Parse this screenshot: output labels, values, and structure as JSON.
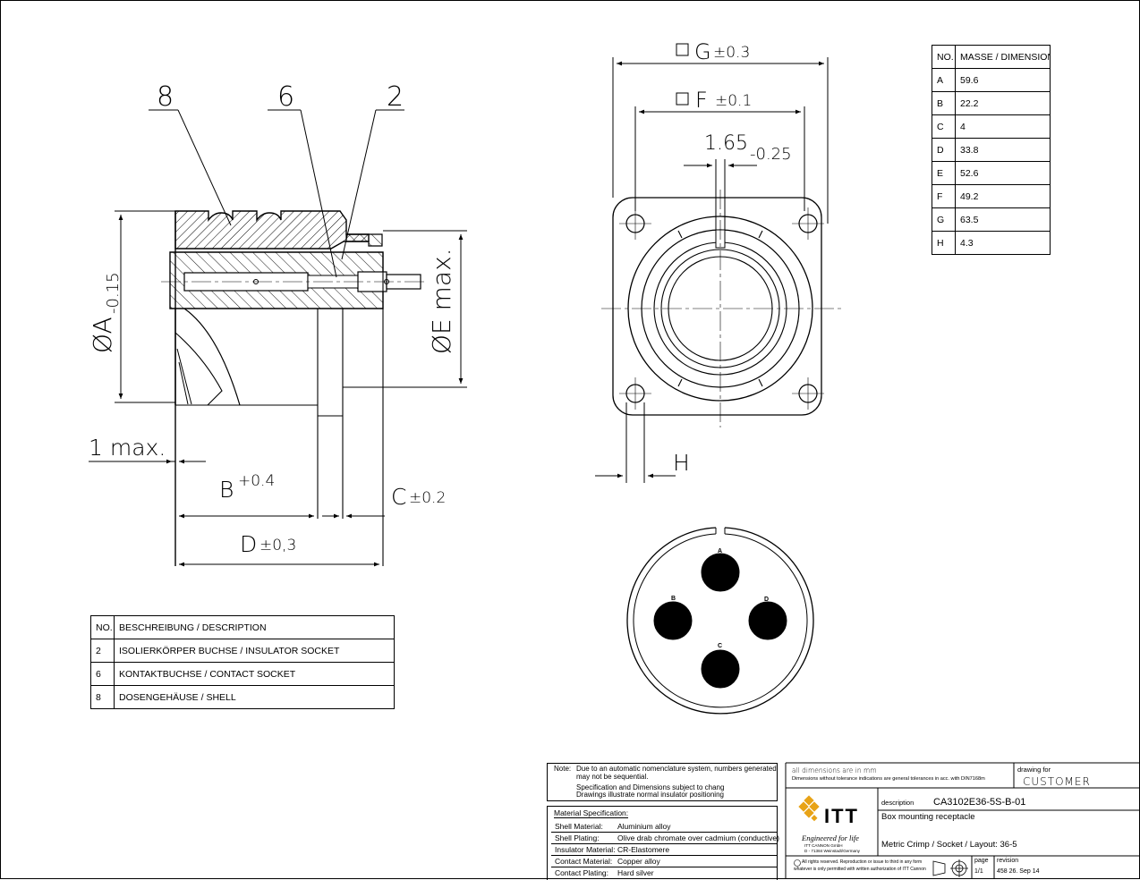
{
  "callouts": {
    "item_8": "8",
    "item_6": "6",
    "item_2": "2"
  },
  "dimensions": {
    "a_label": "ØA",
    "a_tol": "-0.15",
    "e_label": "ØE max.",
    "one_max": "1 max.",
    "b_label": "B",
    "b_tol": "+0.4",
    "c_label": "C",
    "c_tol": "±0.2",
    "d_label": "D",
    "d_tol": "±0,3",
    "g_label": "G",
    "g_tol": "±0.3",
    "f_label": "F",
    "f_tol": "±0.1",
    "key_width": "1.65",
    "key_tol": "-0.25",
    "h_label": "H"
  },
  "contacts": {
    "a": "A",
    "b": "B",
    "c": "C",
    "d": "D"
  },
  "dimension_table": {
    "headers": [
      "NO.",
      "MASSE / DIMENSION"
    ],
    "rows": [
      [
        "A",
        "59.6"
      ],
      [
        "B",
        "22.2"
      ],
      [
        "C",
        "4"
      ],
      [
        "D",
        "33.8"
      ],
      [
        "E",
        "52.6"
      ],
      [
        "F",
        "49.2"
      ],
      [
        "G",
        "63.5"
      ],
      [
        "H",
        "4.3"
      ]
    ]
  },
  "parts_table": {
    "headers": [
      "NO.",
      "BESCHREIBUNG / DESCRIPTION"
    ],
    "rows": [
      [
        "2",
        "ISOLIERKÖRPER BUCHSE / INSULATOR SOCKET"
      ],
      [
        "6",
        "KONTAKTBUCHSE / CONTACT SOCKET"
      ],
      [
        "8",
        "DOSENGEHÄUSE / SHELL"
      ]
    ]
  },
  "notes": {
    "label": "Note:",
    "line1": "Due to an automatic nomenclature system, numbers generated",
    "line2": "may not be sequential.",
    "line3": "Specification and Dimensions subject to chang",
    "line4": "Drawings illustrate normal insulator positioning"
  },
  "material": {
    "title": "Material Specification:",
    "rows": [
      [
        "Shell Material:",
        "Aluminium alloy"
      ],
      [
        "Shell Plating:",
        "Olive drab chromate over cadmium (conductive)"
      ],
      [
        "Insulator Material:",
        "CR-Elastomere"
      ],
      [
        "Contact Material:",
        "Copper alloy"
      ],
      [
        "Contact Plating:",
        "Hard silver"
      ]
    ]
  },
  "title_block": {
    "dims_note_1": "all dimensions are in mm",
    "dims_note_2": "Dimensions without tolerance indications are general tolerances in acc. with DIN7168m",
    "drawing_for_label": "drawing for",
    "drawing_for": "CUSTOMER",
    "logo": "ITT",
    "tagline": "Engineered for life",
    "company_1": "ITT CANNON GmbH",
    "company_2": "D - 71384 Weinstadt/Germany",
    "description_label": "description",
    "part_number": "CA3102E36-5S-B-01",
    "line1": "Box mounting receptacle",
    "line2": "Metric Crimp / Socket / Layout: 36-5",
    "copyright_1": "All rights reserved. Reproduction or issue to third in any form",
    "copyright_2": "whatever is only permitted with written authorization of ITT Cannon",
    "page_label": "page",
    "page": "1/1",
    "revision_label": "revision",
    "revision": "458 26. Sep 14"
  }
}
